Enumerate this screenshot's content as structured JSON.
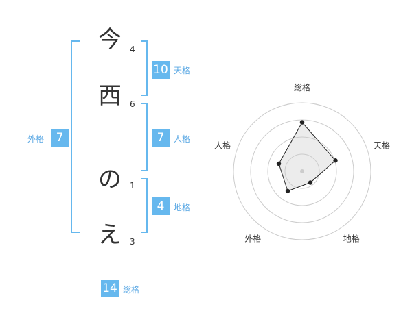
{
  "name_chars": [
    {
      "char": "今",
      "strokes": "4"
    },
    {
      "char": "西",
      "strokes": "6"
    },
    {
      "char": "の",
      "strokes": "1"
    },
    {
      "char": "え",
      "strokes": "3"
    }
  ],
  "kaku": {
    "tenkaku": {
      "value": "10",
      "label": "天格"
    },
    "jinkaku": {
      "value": "7",
      "label": "人格"
    },
    "chikaku": {
      "value": "4",
      "label": "地格"
    },
    "gaikaku": {
      "value": "7",
      "label": "外格"
    },
    "soukaku": {
      "value": "14",
      "label": "総格"
    }
  },
  "colors": {
    "accent": "#66b8ee",
    "label": "#5aa8e4",
    "text": "#333333"
  },
  "chart_data": {
    "type": "radar",
    "axes": [
      "総格",
      "天格",
      "地格",
      "外格",
      "人格"
    ],
    "values": [
      14,
      10,
      4,
      7,
      7
    ],
    "grid_rings": 4,
    "grid": true
  }
}
